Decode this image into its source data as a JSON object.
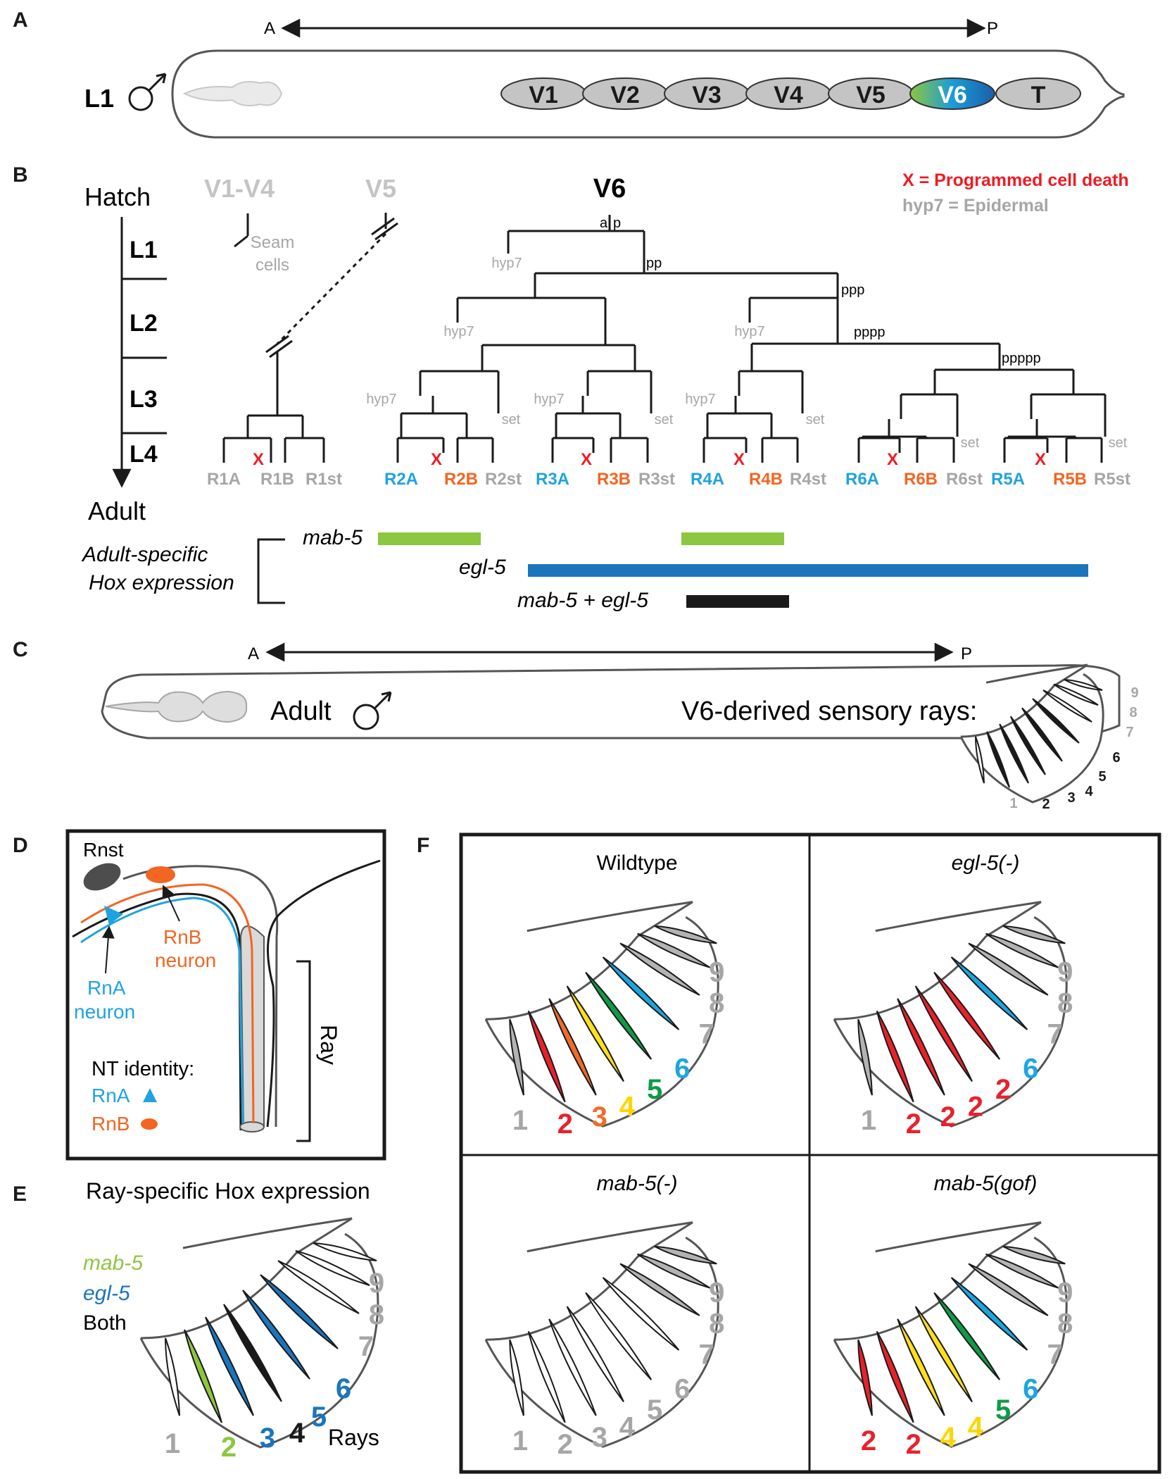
{
  "panels": {
    "a": "A",
    "b": "B",
    "c": "C",
    "d": "D",
    "e": "E",
    "f": "F"
  },
  "colors": {
    "grey_text": "#a6a6a6",
    "rna_blue": "#1fa3e0",
    "rnb_orange": "#f26522",
    "mab5_green": "#8dc63f",
    "egl5_blue": "#1b75bc",
    "death_red": "#ed1c24",
    "ray_red": "#e8212b",
    "ray_orange": "#f26a2a",
    "ray_yellow": "#ffe01a",
    "ray_green": "#0f9a48",
    "ray_blue": "#1ba6e2",
    "ray_grey": "#b3b3b3",
    "ray_black": "#1a1a1a"
  },
  "panel_a": {
    "axis_a": "A",
    "axis_p": "P",
    "stage": "L1",
    "cells": [
      "V1",
      "V2",
      "V3",
      "V4",
      "V5",
      "V6",
      "T"
    ]
  },
  "panel_b": {
    "timeline": {
      "start": "Hatch",
      "stages": [
        "L1",
        "L2",
        "L3",
        "L4"
      ],
      "end": "Adult"
    },
    "v1v4": "V1-V4",
    "seam_line1": "Seam",
    "seam_line2": "cells",
    "v5": "V5",
    "v6": "V6",
    "legend_death": "X = Programmed cell death",
    "legend_hyp": "hyp7 = Epidermal",
    "ap_a": "a",
    "ap_p": "p",
    "hyp7": "hyp7",
    "set": "set",
    "death": "X",
    "branch_labels": [
      "pp",
      "ppp",
      "pppp",
      "ppppp"
    ],
    "leaves": [
      [
        "R1A",
        "R1B",
        "R1st"
      ],
      [
        "R2A",
        "R2B",
        "R2st"
      ],
      [
        "R3A",
        "R3B",
        "R3st"
      ],
      [
        "R4A",
        "R4B",
        "R4st"
      ],
      [
        "R6A",
        "R6B",
        "R6st"
      ],
      [
        "R5A",
        "R5B",
        "R5st"
      ]
    ],
    "hox_line1": "Adult-specific",
    "hox_line2": "Hox expression",
    "hox_mab5": "mab-5",
    "hox_egl5": "egl-5",
    "hox_both": "mab-5 + egl-5"
  },
  "panel_c": {
    "axis_a": "A",
    "axis_p": "P",
    "stage": "Adult",
    "rays_label": "V6-derived sensory rays:",
    "ray_numbers": [
      "1",
      "2",
      "3",
      "4",
      "5",
      "6",
      "7",
      "8",
      "9"
    ]
  },
  "panel_d": {
    "rnst": "Rnst",
    "rnb_l1": "RnB",
    "rnb_l2": "neuron",
    "rna_l1": "RnA",
    "rna_l2": "neuron",
    "ray": "Ray",
    "nt_title": "NT identity:",
    "nt_rna": "RnA",
    "nt_rnb": "RnB"
  },
  "panel_e": {
    "title": "Ray-specific Hox expression",
    "legend_mab5": "mab-5",
    "legend_egl5": "egl-5",
    "legend_both": "Both",
    "rays_word": "Rays",
    "ray_colors": [
      "none",
      "mab5",
      "egl5",
      "both",
      "egl5",
      "egl5",
      "none",
      "none",
      "none"
    ],
    "numbers": [
      {
        "text": "1",
        "color": "#a6a6a6"
      },
      {
        "text": "2",
        "color": "#8dc63f"
      },
      {
        "text": "3",
        "color": "#1b75bc"
      },
      {
        "text": "4",
        "color": "#1a1a1a"
      },
      {
        "text": "5",
        "color": "#1b75bc"
      },
      {
        "text": "6",
        "color": "#1b75bc"
      },
      {
        "text": "7",
        "color": "#a6a6a6"
      },
      {
        "text": "8",
        "color": "#a6a6a6"
      },
      {
        "text": "9",
        "color": "#a6a6a6"
      }
    ]
  },
  "panel_f": {
    "quadrants": [
      {
        "title": "Wildtype",
        "italic": false,
        "ray_colors": [
          "grey",
          "red",
          "orange",
          "yellow",
          "green",
          "blue",
          "grey",
          "grey",
          "grey"
        ],
        "numbers": [
          {
            "text": "1",
            "color": "#a6a6a6"
          },
          {
            "text": "2",
            "color": "#e8212b"
          },
          {
            "text": "3",
            "color": "#f26a2a"
          },
          {
            "text": "4",
            "color": "#ffd500"
          },
          {
            "text": "5",
            "color": "#0f9a48"
          },
          {
            "text": "6",
            "color": "#1ba6e2"
          },
          {
            "text": "7",
            "color": "#a6a6a6"
          },
          {
            "text": "8",
            "color": "#a6a6a6"
          },
          {
            "text": "9",
            "color": "#a6a6a6"
          }
        ]
      },
      {
        "title": "egl-5(-)",
        "italic": true,
        "ray_colors": [
          "grey",
          "red",
          "red",
          "red",
          "red",
          "blue",
          "grey",
          "grey",
          "grey"
        ],
        "numbers": [
          {
            "text": "1",
            "color": "#a6a6a6"
          },
          {
            "text": "2",
            "color": "#e8212b"
          },
          {
            "text": "2",
            "color": "#e8212b"
          },
          {
            "text": "2",
            "color": "#e8212b"
          },
          {
            "text": "2",
            "color": "#e8212b"
          },
          {
            "text": "6",
            "color": "#1ba6e2"
          },
          {
            "text": "7",
            "color": "#a6a6a6"
          },
          {
            "text": "8",
            "color": "#a6a6a6"
          },
          {
            "text": "9",
            "color": "#a6a6a6"
          }
        ]
      },
      {
        "title": "mab-5(-)",
        "italic": true,
        "ray_colors": [
          "none",
          "none",
          "none",
          "none",
          "none",
          "none",
          "grey",
          "grey",
          "grey"
        ],
        "numbers": [
          {
            "text": "1",
            "color": "#a6a6a6"
          },
          {
            "text": "2",
            "color": "#a6a6a6"
          },
          {
            "text": "3",
            "color": "#a6a6a6"
          },
          {
            "text": "4",
            "color": "#a6a6a6"
          },
          {
            "text": "5",
            "color": "#a6a6a6"
          },
          {
            "text": "6",
            "color": "#a6a6a6"
          },
          {
            "text": "7",
            "color": "#a6a6a6"
          },
          {
            "text": "8",
            "color": "#a6a6a6"
          },
          {
            "text": "9",
            "color": "#a6a6a6"
          }
        ]
      },
      {
        "title": "mab-5(gof)",
        "italic": true,
        "ray_colors": [
          "red",
          "red",
          "yellow",
          "yellow",
          "green",
          "blue",
          "grey",
          "grey",
          "grey"
        ],
        "numbers": [
          {
            "text": "2",
            "color": "#e8212b"
          },
          {
            "text": "2",
            "color": "#e8212b"
          },
          {
            "text": "4",
            "color": "#ffd500"
          },
          {
            "text": "4",
            "color": "#ffd500"
          },
          {
            "text": "5",
            "color": "#0f9a48"
          },
          {
            "text": "6",
            "color": "#1ba6e2"
          },
          {
            "text": "7",
            "color": "#a6a6a6"
          },
          {
            "text": "8",
            "color": "#a6a6a6"
          },
          {
            "text": "9",
            "color": "#a6a6a6"
          }
        ]
      }
    ]
  }
}
